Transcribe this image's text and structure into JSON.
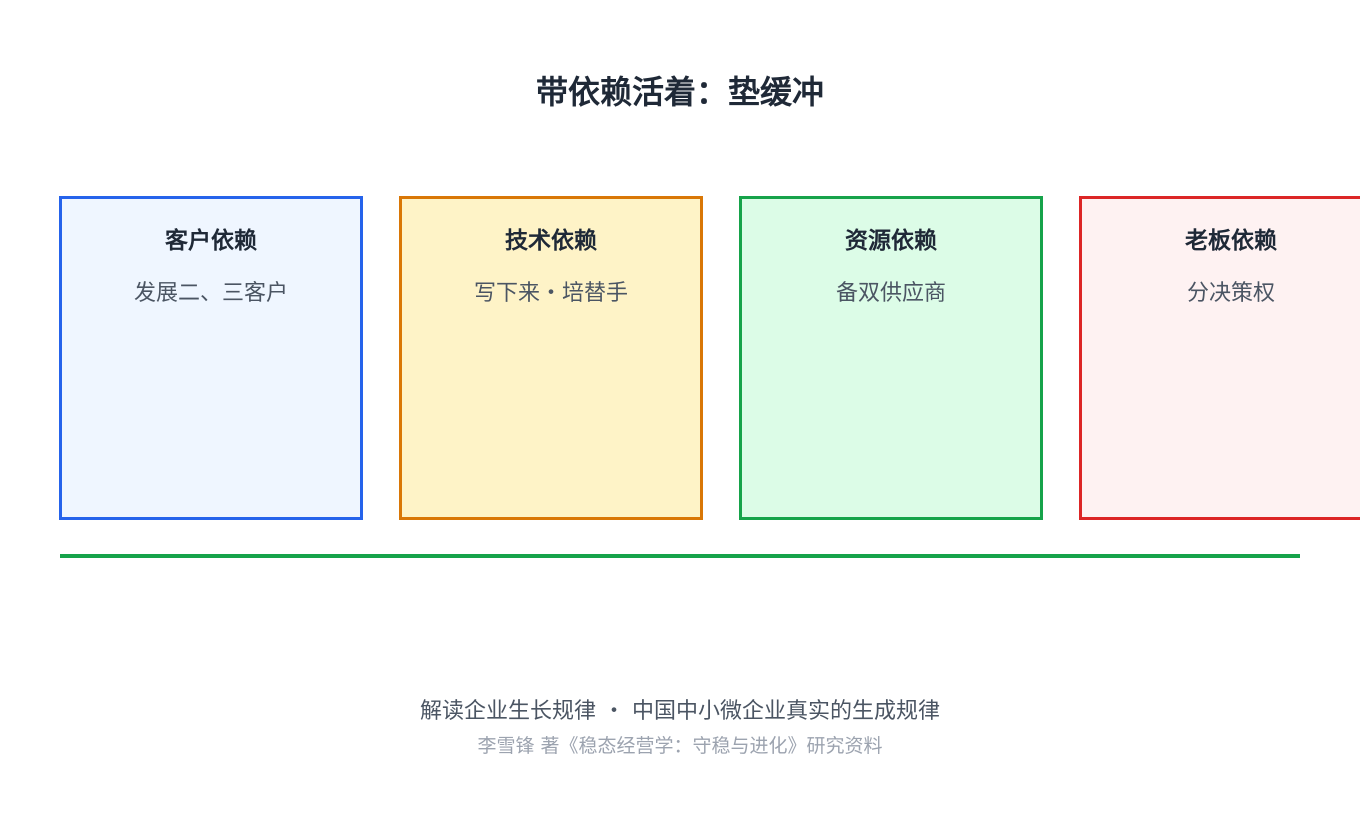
{
  "title": "带依赖活着：垫缓冲",
  "cards": [
    {
      "title": "客户依赖",
      "subtitle": "发展二、三客户",
      "border_color": "#2563eb",
      "bg_color": "#eff6ff"
    },
    {
      "title": "技术依赖",
      "subtitle": "写下来・培替手",
      "border_color": "#d97706",
      "bg_color": "#fef3c7"
    },
    {
      "title": "资源依赖",
      "subtitle": "备双供应商",
      "border_color": "#16a34a",
      "bg_color": "#dcfce7"
    },
    {
      "title": "老板依赖",
      "subtitle": "分决策权",
      "border_color": "#dc2626",
      "bg_color": "#fef2f2"
    }
  ],
  "divider_color": "#16a34a",
  "footer": {
    "line1": "解读企业生长规律 ・ 中国中小微企业真实的生成规律",
    "line2": "李雪锋 著《稳态经营学：守稳与进化》研究资料"
  }
}
